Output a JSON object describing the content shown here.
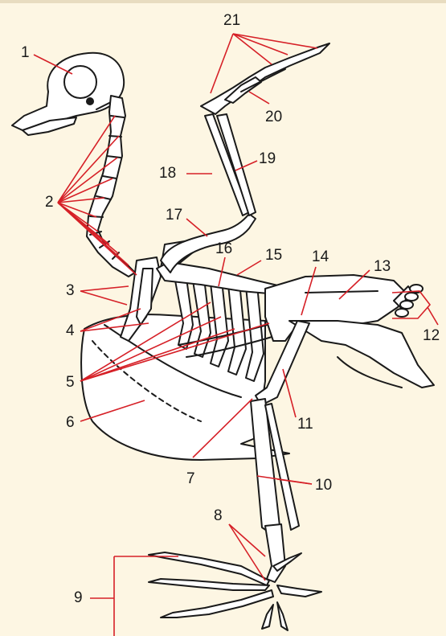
{
  "colors": {
    "background": "#fdf6e3",
    "leader": "#d62027",
    "bone_outline": "#1a1a1a",
    "bone_fill": "#ffffff"
  },
  "labels": {
    "l1": "1",
    "l2": "2",
    "l3": "3",
    "l4": "4",
    "l5": "5",
    "l6": "6",
    "l7": "7",
    "l8": "8",
    "l9": "9",
    "l10": "10",
    "l11": "11",
    "l12": "12",
    "l13": "13",
    "l14": "14",
    "l15": "15",
    "l16": "16",
    "l17": "17",
    "l18": "18",
    "l19": "19",
    "l20": "20",
    "l21": "21"
  }
}
